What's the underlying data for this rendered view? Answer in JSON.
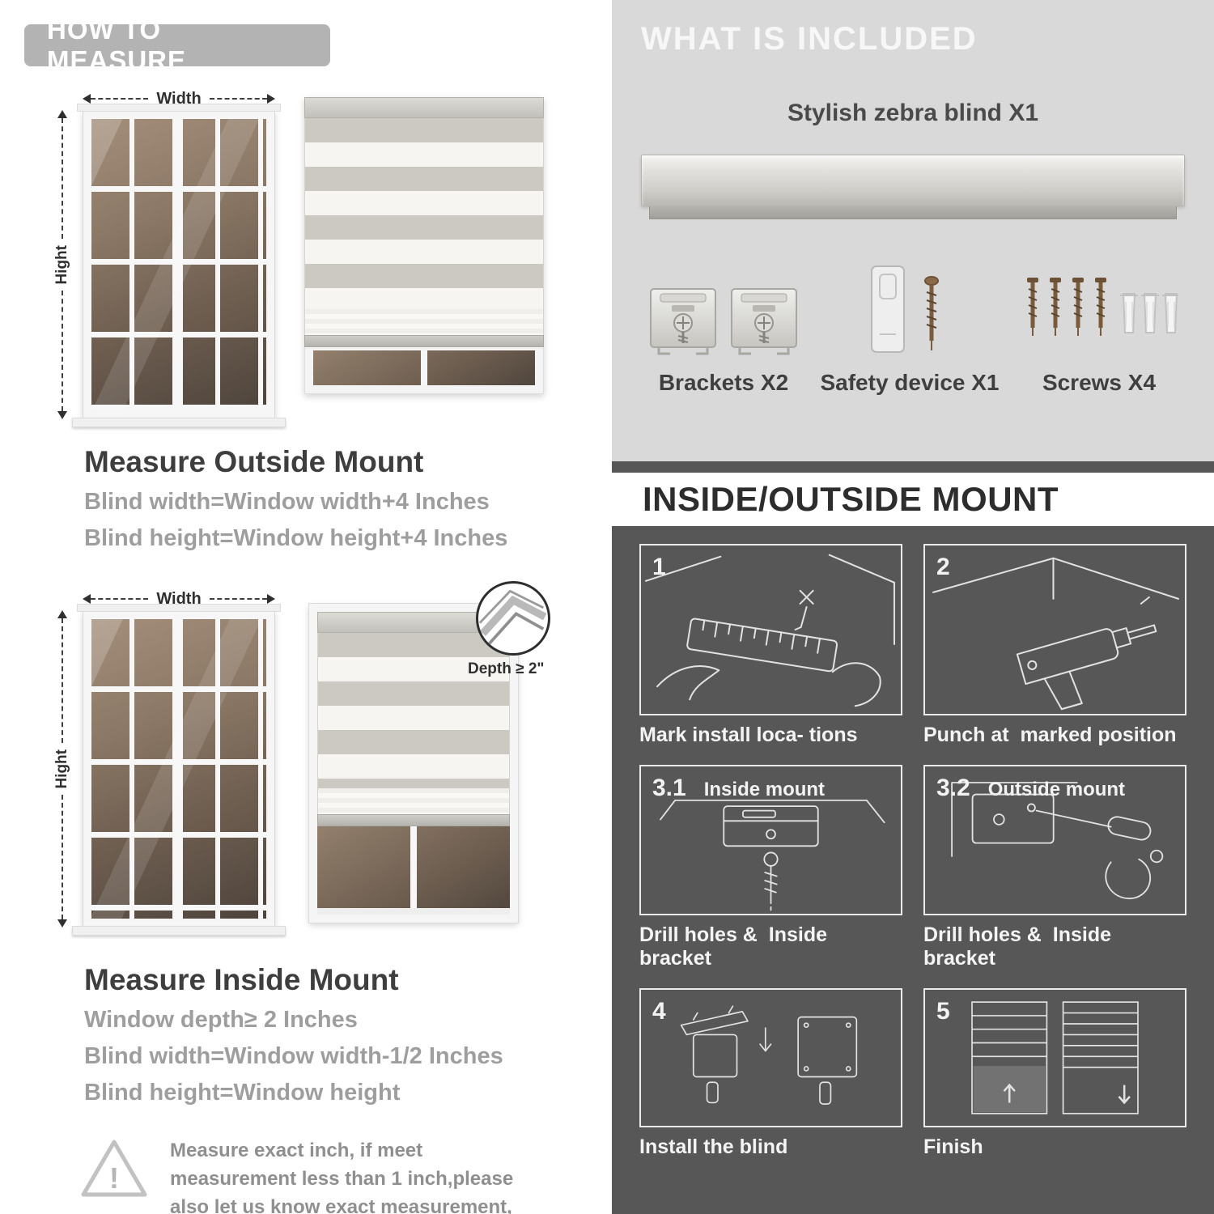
{
  "left": {
    "header": "HOW TO MEASURE",
    "outside": {
      "width_label": "Width",
      "height_label": "Hight",
      "title": "Measure Outside Mount",
      "lines": [
        "Blind width=Window width+4 Inches",
        "Blind height=Window height+4 Inches"
      ]
    },
    "inside": {
      "width_label": "Width",
      "height_label": "Hight",
      "depth_label": "Depth ≥ 2\"",
      "title": "Measure Inside Mount",
      "lines": [
        "Window depth≥ 2 Inches",
        "Blind width=Window width-1/2 Inches",
        "Blind height=Window height"
      ]
    },
    "note": "Measure exact inch, if meet measurement less than 1 inch,please also let us know exact measurement, please do not leave it"
  },
  "included": {
    "header": "WHAT IS INCLUDED",
    "blind_label": "Stylish zebra blind X1",
    "items": [
      {
        "label": "Brackets X2",
        "icon": "brackets-icon"
      },
      {
        "label": "Safety device X1",
        "icon": "safety-device-icon"
      },
      {
        "label": "Screws X4",
        "icon": "screws-icon"
      }
    ]
  },
  "mount": {
    "header": "INSIDE/OUTSIDE MOUNT",
    "steps": [
      {
        "num": "1",
        "title": "",
        "caption": "Mark install loca- tions"
      },
      {
        "num": "2",
        "title": "",
        "caption": "Punch at  marked position"
      },
      {
        "num": "3.1",
        "title": "Inside mount",
        "caption": "Drill holes &  Inside bracket"
      },
      {
        "num": "3.2",
        "title": "Outside mount",
        "caption": "Drill holes &  Inside bracket"
      },
      {
        "num": "4",
        "title": "",
        "caption": "Install the blind"
      },
      {
        "num": "5",
        "title": "",
        "caption": "Finish"
      }
    ]
  },
  "colors": {
    "header_pill_bg": "#b3b3b3",
    "included_bg": "#d9d9d9",
    "mount_bg": "#575757",
    "heading_text": "#3e3e3e",
    "measure_text": "#9e9e9e"
  }
}
